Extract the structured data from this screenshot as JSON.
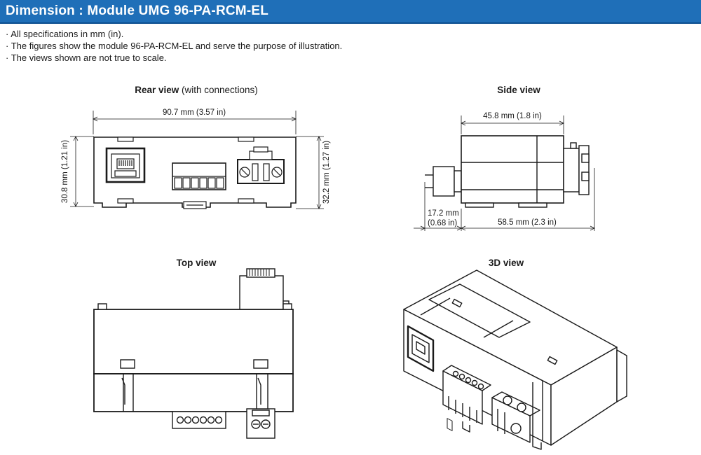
{
  "header": {
    "title": "Dimension : Module UMG 96-PA-RCM-EL",
    "color": "#1f6fb8"
  },
  "notes": [
    "· All specifications in mm (in).",
    "· The figures show the module 96-PA-RCM-EL and serve the purpose of illustration.",
    "· The views shown are not true to scale."
  ],
  "views": {
    "rear": {
      "title": "Rear view",
      "subtitle": " (with connections)"
    },
    "side": {
      "title": "Side view"
    },
    "top": {
      "title": "Top view"
    },
    "iso": {
      "title": "3D view"
    }
  },
  "dimensions": {
    "rear_width": "90.7 mm (3.57 in)",
    "rear_height_left": "30.8 mm (1.21 in)",
    "rear_height_right": "32.2 mm (1.27 in)",
    "side_width": "45.8 mm (1.8 in)",
    "side_depth_a_line1": "17.2 mm",
    "side_depth_a_line2": "(0.68 in)",
    "side_depth_b": "58.5 mm (2.3 in)"
  }
}
